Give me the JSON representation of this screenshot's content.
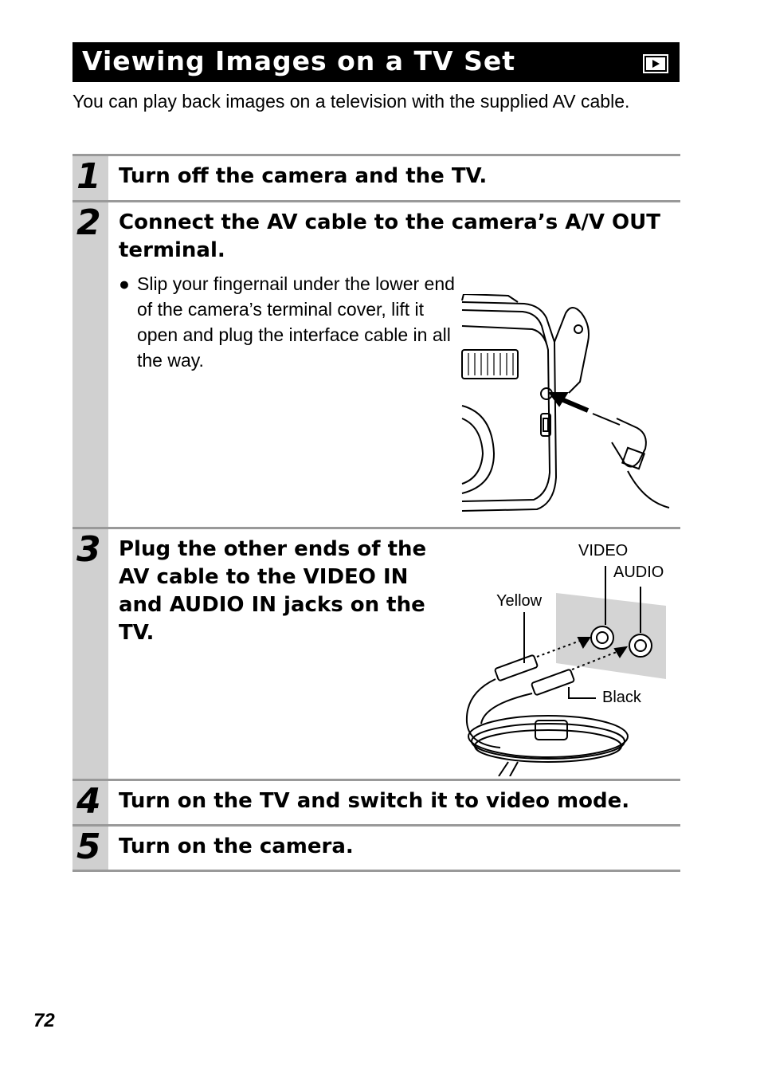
{
  "header": {
    "title": "Viewing Images on a TV Set",
    "icon": "play-mode-icon"
  },
  "intro": "You can play back images on a television with the supplied AV cable.",
  "steps": [
    {
      "number": "1",
      "heading": "Turn off the camera and the TV."
    },
    {
      "number": "2",
      "heading": "Connect the AV cable to the camera’s A/V OUT terminal.",
      "bullet": "Slip your fingernail under the lower end of the camera’s terminal cover, lift it open and plug the interface cable in all the way."
    },
    {
      "number": "3",
      "heading": "Plug the other ends of the AV cable to the VIDEO IN and AUDIO IN jacks on the TV.",
      "labels": {
        "video": "VIDEO",
        "audio": "AUDIO",
        "yellow": "Yellow",
        "black": "Black"
      }
    },
    {
      "number": "4",
      "heading": "Turn on the TV and switch it to video mode."
    },
    {
      "number": "5",
      "heading": "Turn on the camera."
    }
  ],
  "page_number": "72"
}
